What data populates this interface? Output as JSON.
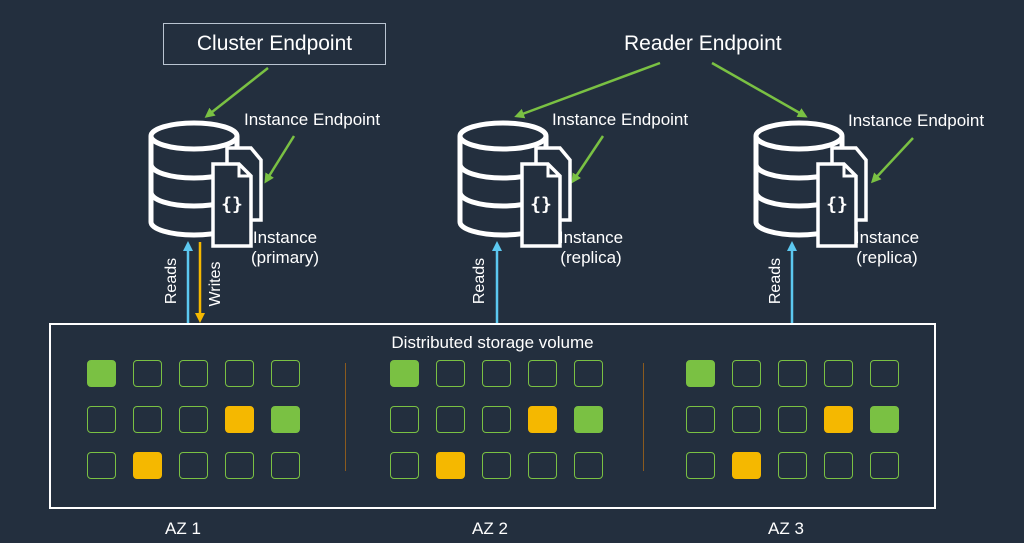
{
  "cluster_endpoint": "Cluster Endpoint",
  "reader_endpoint": "Reader Endpoint",
  "instances": [
    {
      "endpoint_label": "Instance Endpoint",
      "title": "Instance",
      "role": "(primary)"
    },
    {
      "endpoint_label": "Instance Endpoint",
      "title": "Instance",
      "role": "(replica)"
    },
    {
      "endpoint_label": "Instance Endpoint",
      "title": "Instance",
      "role": "(replica)"
    }
  ],
  "io_labels": {
    "reads": "Reads",
    "writes": "Writes"
  },
  "storage": {
    "title": "Distributed storage volume",
    "zones": [
      {
        "name": "AZ 1",
        "cells": [
          "g",
          "e",
          "e",
          "e",
          "e",
          "e",
          "e",
          "e",
          "y",
          "g",
          "e",
          "y",
          "e",
          "e",
          "e"
        ]
      },
      {
        "name": "AZ 2",
        "cells": [
          "g",
          "e",
          "e",
          "e",
          "e",
          "e",
          "e",
          "e",
          "y",
          "g",
          "e",
          "y",
          "e",
          "e",
          "e"
        ]
      },
      {
        "name": "AZ 3",
        "cells": [
          "g",
          "e",
          "e",
          "e",
          "e",
          "e",
          "e",
          "e",
          "y",
          "g",
          "e",
          "y",
          "e",
          "e",
          "e"
        ]
      }
    ]
  },
  "colors": {
    "background": "#232f3e",
    "green": "#7ac143",
    "yellow": "#f5b800",
    "reads_arrow": "#5cc8f0",
    "writes_arrow": "#f5b800",
    "endpoint_arrow": "#7ac143"
  },
  "icons": [
    "database-icon",
    "document-code-icon"
  ]
}
